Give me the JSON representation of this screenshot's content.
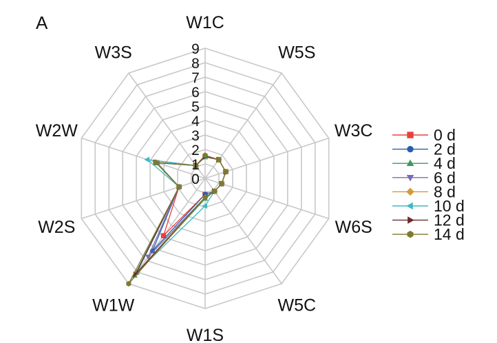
{
  "panel_label": "A",
  "chart_data": {
    "type": "radar",
    "axes": [
      "W1C",
      "W5S",
      "W3C",
      "W6S",
      "W5C",
      "W1S",
      "W1W",
      "W2S",
      "W2W",
      "W3S"
    ],
    "rlim": [
      0,
      9
    ],
    "ticks": [
      0,
      1,
      2,
      3,
      4,
      5,
      6,
      7,
      8,
      9
    ],
    "grid": true,
    "legend_position": "right",
    "series": [
      {
        "name": "0 d",
        "color": "#e8413c",
        "marker": "square",
        "values": [
          1.5,
          1.6,
          1.5,
          1.2,
          1.1,
          1.1,
          4.9,
          1.9,
          3.5,
          1.1
        ]
      },
      {
        "name": "2 d",
        "color": "#2a5db0",
        "marker": "circle",
        "values": [
          1.5,
          1.6,
          1.5,
          1.2,
          1.1,
          1.1,
          6.2,
          1.9,
          3.5,
          1.1
        ]
      },
      {
        "name": "4 d",
        "color": "#3a9a5c",
        "marker": "triangle-up",
        "values": [
          1.5,
          1.6,
          1.5,
          1.2,
          1.1,
          1.4,
          8.3,
          1.9,
          3.5,
          1.1
        ]
      },
      {
        "name": "6 d",
        "color": "#7b6bb5",
        "marker": "triangle-down",
        "values": [
          1.5,
          1.6,
          1.5,
          1.2,
          1.1,
          1.3,
          6.7,
          1.9,
          3.6,
          1.1
        ]
      },
      {
        "name": "8 d",
        "color": "#d39a35",
        "marker": "diamond",
        "values": [
          1.5,
          1.6,
          1.5,
          1.2,
          1.1,
          1.3,
          8.0,
          1.9,
          3.6,
          1.1
        ]
      },
      {
        "name": "10 d",
        "color": "#3fb8c0",
        "marker": "triangle-left",
        "values": [
          1.5,
          1.6,
          1.5,
          1.2,
          1.1,
          1.9,
          8.0,
          1.9,
          4.2,
          1.1
        ]
      },
      {
        "name": "12 d",
        "color": "#6b2a2a",
        "marker": "triangle-right",
        "values": [
          1.5,
          1.6,
          1.5,
          1.2,
          1.1,
          1.3,
          8.2,
          1.9,
          3.6,
          1.1
        ]
      },
      {
        "name": "14 d",
        "color": "#7f7a2f",
        "marker": "hexagon",
        "values": [
          1.6,
          1.6,
          1.5,
          1.2,
          1.1,
          1.3,
          9.0,
          1.9,
          3.6,
          1.1
        ]
      }
    ]
  }
}
